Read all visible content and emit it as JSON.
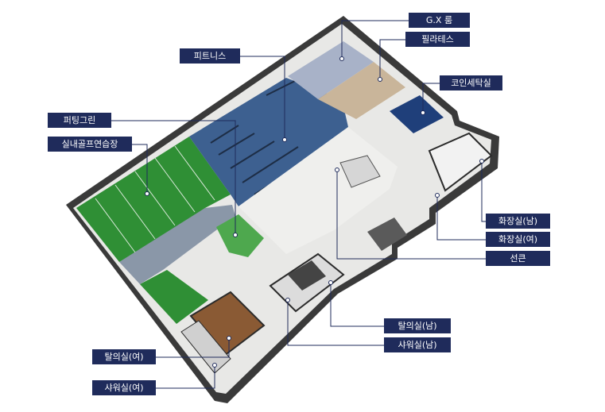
{
  "colors": {
    "label_bg": "#1f2b5b",
    "label_text": "#ffffff",
    "leader_line": "#1f2b5b",
    "wall": "#2b2b2b",
    "golf_turf": "#2e8b2e",
    "putting_green": "#4aa84a",
    "fitness_floor": "#3b5f8f",
    "main_floor": "#e9e9e9",
    "wood_floor": "#8a5a34"
  },
  "labels": {
    "gx_room": "G.X 룸",
    "pilates": "필라테스",
    "fitness": "피트니스",
    "coin_laundry": "코인세탁실",
    "putting_green": "퍼팅그린",
    "indoor_golf": "실내골프연습장",
    "restroom_men": "화장실(남)",
    "restroom_women": "화장실(여)",
    "sunken": "선큰",
    "locker_men": "탈의실(남)",
    "shower_men": "샤워실(남)",
    "locker_women": "탈의실(여)",
    "shower_women": "샤워실(여)"
  }
}
